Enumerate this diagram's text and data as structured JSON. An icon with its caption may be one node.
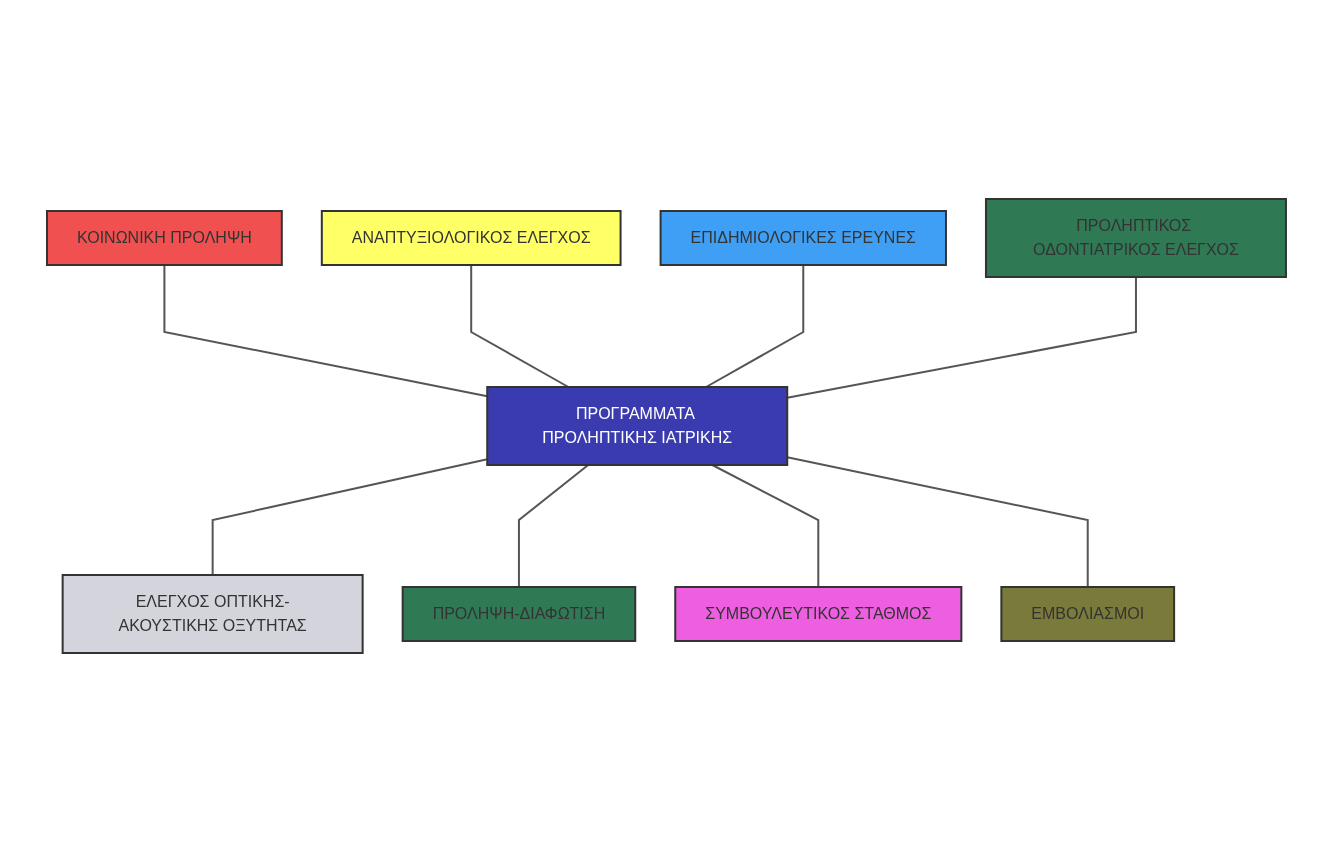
{
  "diagram": {
    "nodes": [
      {
        "text": [
          "ΕΠΙΔΗΜΙΟΛΟΓΙΚΕΣ ΕΡΕΥΝΕΣ"
        ]
      },
      {
        "text": [
          "ΑΝΑΠΤΥΞΙΟΛΟΓΙΚΟΣ ΕΛΕΓΧΟΣ"
        ]
      },
      {
        "text": [
          "ΠΡΟΛΗΠΤΙΚΟΣ ΟΔΟΝΤΙΑΤΡΙΚΟΣ ΕΛΕΓΧΟΣ"
        ]
      },
      {
        "text": [
          "ΚΟΙΝΩΝΙΚΗ ΠΡΟΛΗΨΗ"
        ]
      },
      {
        "text": [
          "ΠΡΟΓΡΑΜΜΑΤΑ ΠΡΟΛΗΠΤΙΚΗΣ ΙΑΤΡΙΚΗΣ"
        ]
      },
      {
        "text": [
          "ΕΜΒΟΛΙΑΣΜΟΙ"
        ]
      },
      {
        "text": [
          "ΕΛΕΓΧΟΣ ΟΠΤΙΚΗΣ-ΑΚΟΥΣΤΙΚΗΣ ΟΞΥΤΗΤΑΣ"
        ]
      },
      {
        "text": [
          "ΣΥΜΒΟΥΛΕΥΤΙΚΟΣ ΣΤΑΘΜΟΣ"
        ]
      },
      {
        "text": [
          "ΠΡΟΛΗΨΗ-ΔΙΑΦΩΤΙΣΗ"
        ]
      }
    ],
    "edges": [
      {
        "from": 3,
        "to": 4,
        "arrow": "none"
      },
      {
        "from": 1,
        "to": 4,
        "arrow": "none"
      },
      {
        "from": 0,
        "to": 4,
        "arrow": "none"
      },
      {
        "from": 2,
        "to": 4,
        "arrow": "none"
      },
      {
        "from": 4,
        "to": 6,
        "arrow": "none"
      },
      {
        "from": 4,
        "to": 8,
        "arrow": "none"
      },
      {
        "from": 4,
        "to": 7,
        "arrow": "none"
      },
      {
        "from": 4,
        "to": 5,
        "arrow": "none"
      }
    ]
  }
}
